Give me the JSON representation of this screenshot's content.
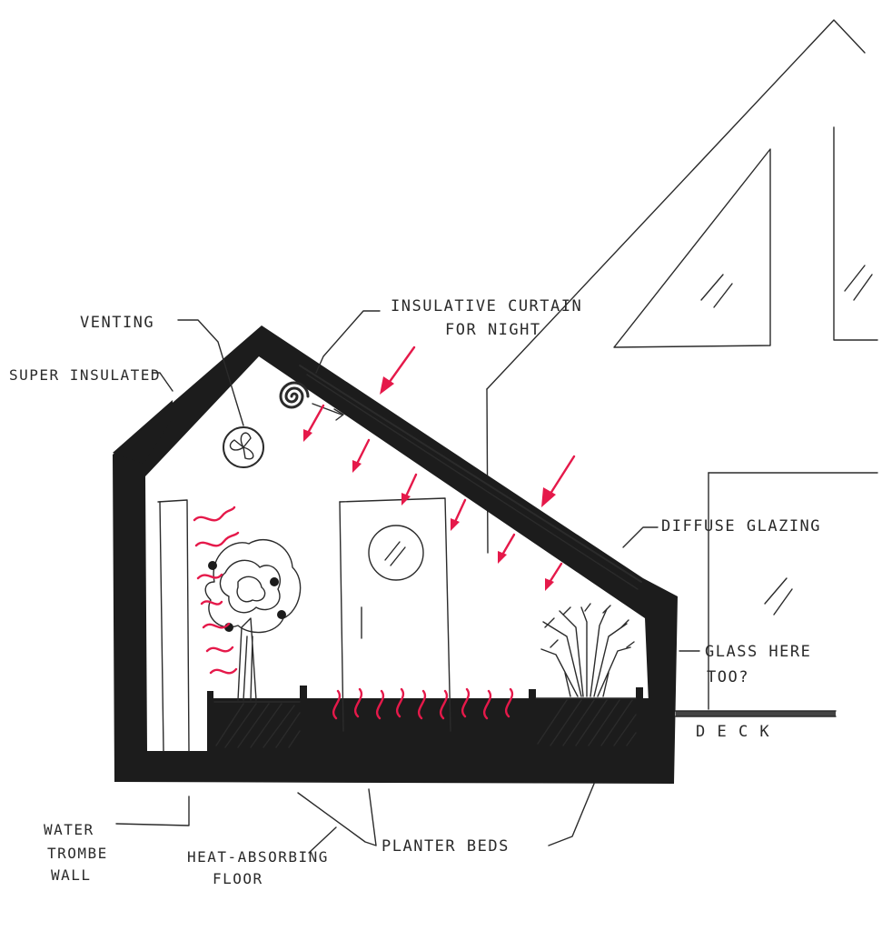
{
  "labels": {
    "venting": "VENTING",
    "super_insulated": "SUPER INSULATED",
    "curtain_line1": "INSULATIVE CURTAIN",
    "curtain_line2": "FOR NIGHT",
    "diffuse_glazing": "DIFFUSE GLAZING",
    "glass_line1": "GLASS HERE",
    "glass_line2": "TOO?",
    "deck": "D E C K",
    "water_line1": "WATER",
    "water_line2": "TROMBE",
    "water_line3": "WALL",
    "floor_line1": "HEAT-ABSORBING",
    "floor_line2": "FLOOR",
    "planter_beds": "PLANTER BEDS"
  },
  "colors": {
    "ink": "#2b2b2b",
    "wall_fill": "#1c1c1c",
    "sun_arrows": "#e5194a",
    "heat_waves": "#e5194a"
  }
}
